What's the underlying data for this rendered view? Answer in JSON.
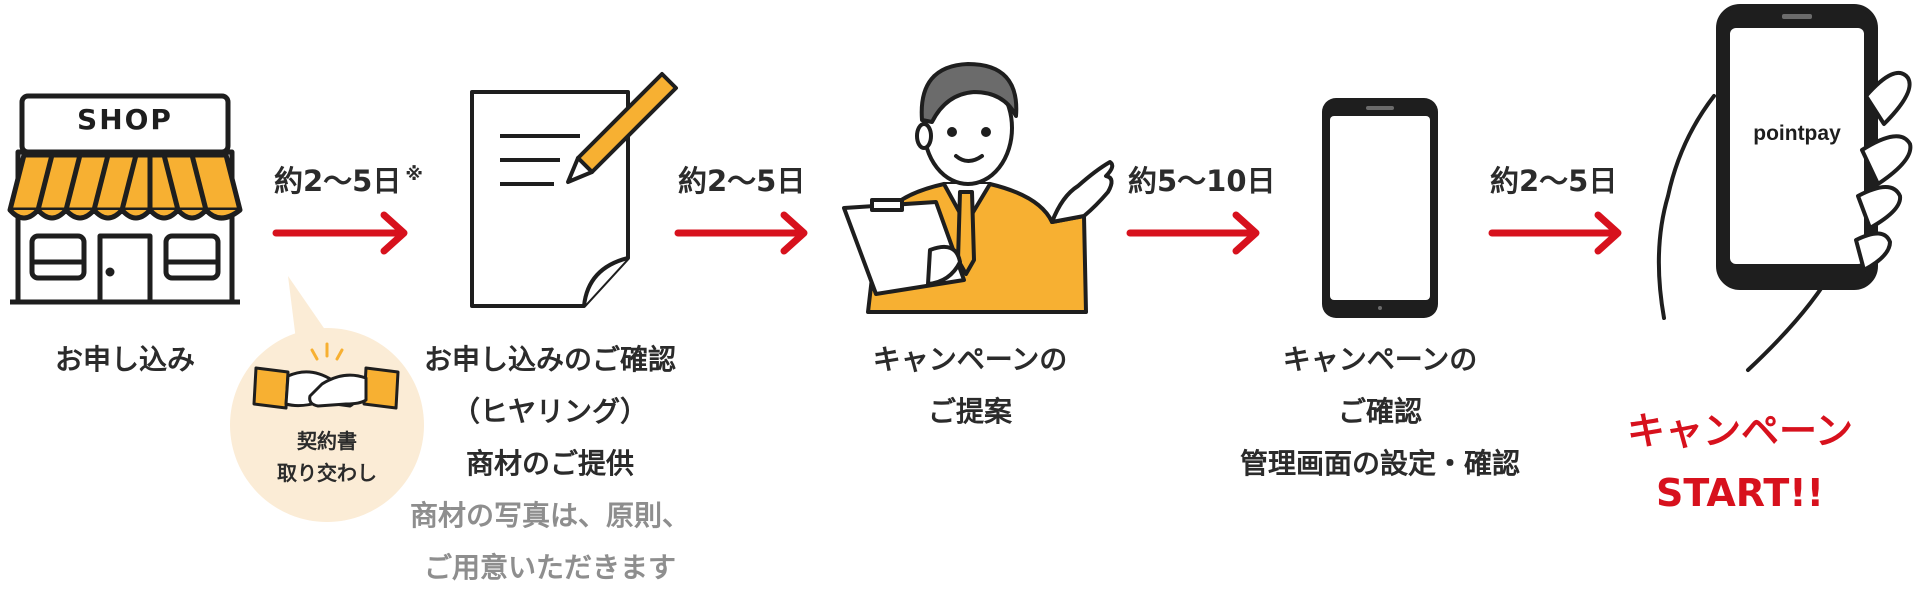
{
  "shop_sign": "SHOP",
  "steps": [
    {
      "lines": [
        "お申し込み"
      ]
    },
    {
      "lines": [
        "お申し込みのご確認",
        "（ヒヤリング）",
        "商材のご提供"
      ],
      "sub": [
        "商材の写真は、原則、",
        "ご用意いただきます"
      ]
    },
    {
      "lines": [
        "キャンペーンの",
        "ご提案"
      ]
    },
    {
      "lines": [
        "キャンペーンの",
        "ご確認",
        "管理画面の設定・確認"
      ]
    },
    {
      "lines": [
        "キャンペーン",
        "START!!"
      ]
    }
  ],
  "durations": [
    {
      "text": "約2〜5日",
      "note": "※"
    },
    {
      "text": "約2〜5日"
    },
    {
      "text": "約5〜10日"
    },
    {
      "text": "約2〜5日"
    }
  ],
  "contract_bubble": {
    "lines": [
      "契約書",
      "取り交わし"
    ]
  },
  "phone_app": "pointpay",
  "colors": {
    "accent": "#d7111d",
    "orange": "#f7b032",
    "bubble": "#fbecd6",
    "dark": "#2b2b2b"
  }
}
